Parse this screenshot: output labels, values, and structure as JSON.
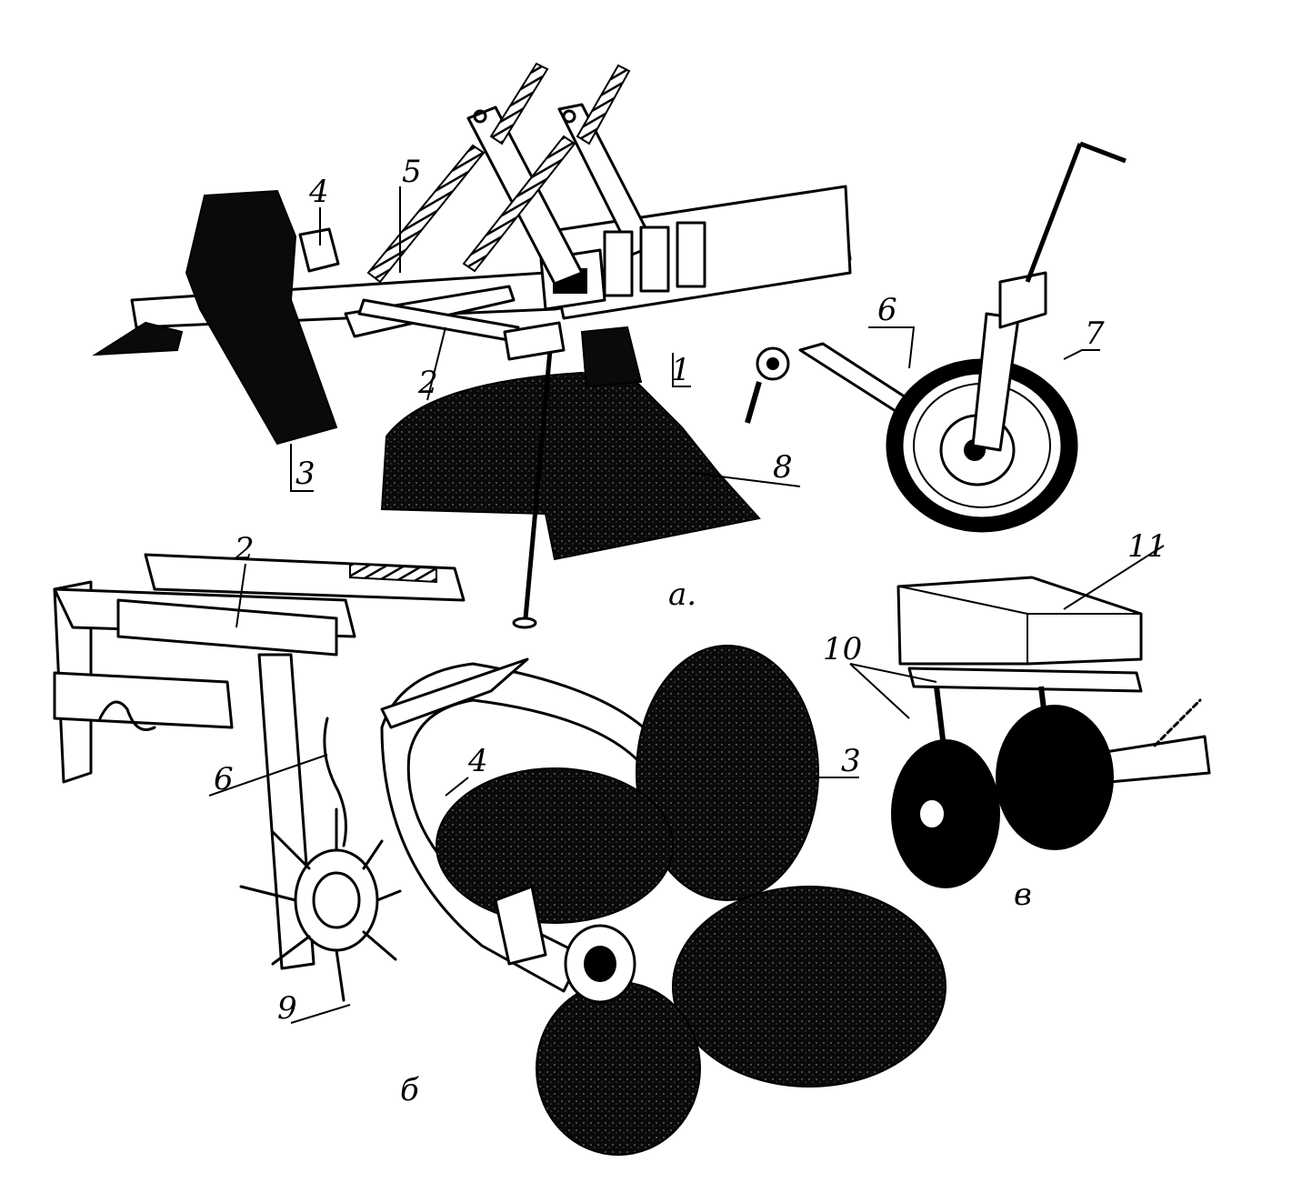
{
  "figure": {
    "parts": [
      {
        "id": "a",
        "caption": "a."
      },
      {
        "id": "b",
        "caption": "б"
      },
      {
        "id": "v",
        "caption": "в"
      }
    ],
    "labels": {
      "a1": "1",
      "a2": "2",
      "a3": "3",
      "a4": "4",
      "a5": "5",
      "a6": "6",
      "a7": "7",
      "a8": "8",
      "b2": "2",
      "b3": "3",
      "b4": "4",
      "b6": "6",
      "b9": "9",
      "v10": "10",
      "v11": "11"
    }
  }
}
